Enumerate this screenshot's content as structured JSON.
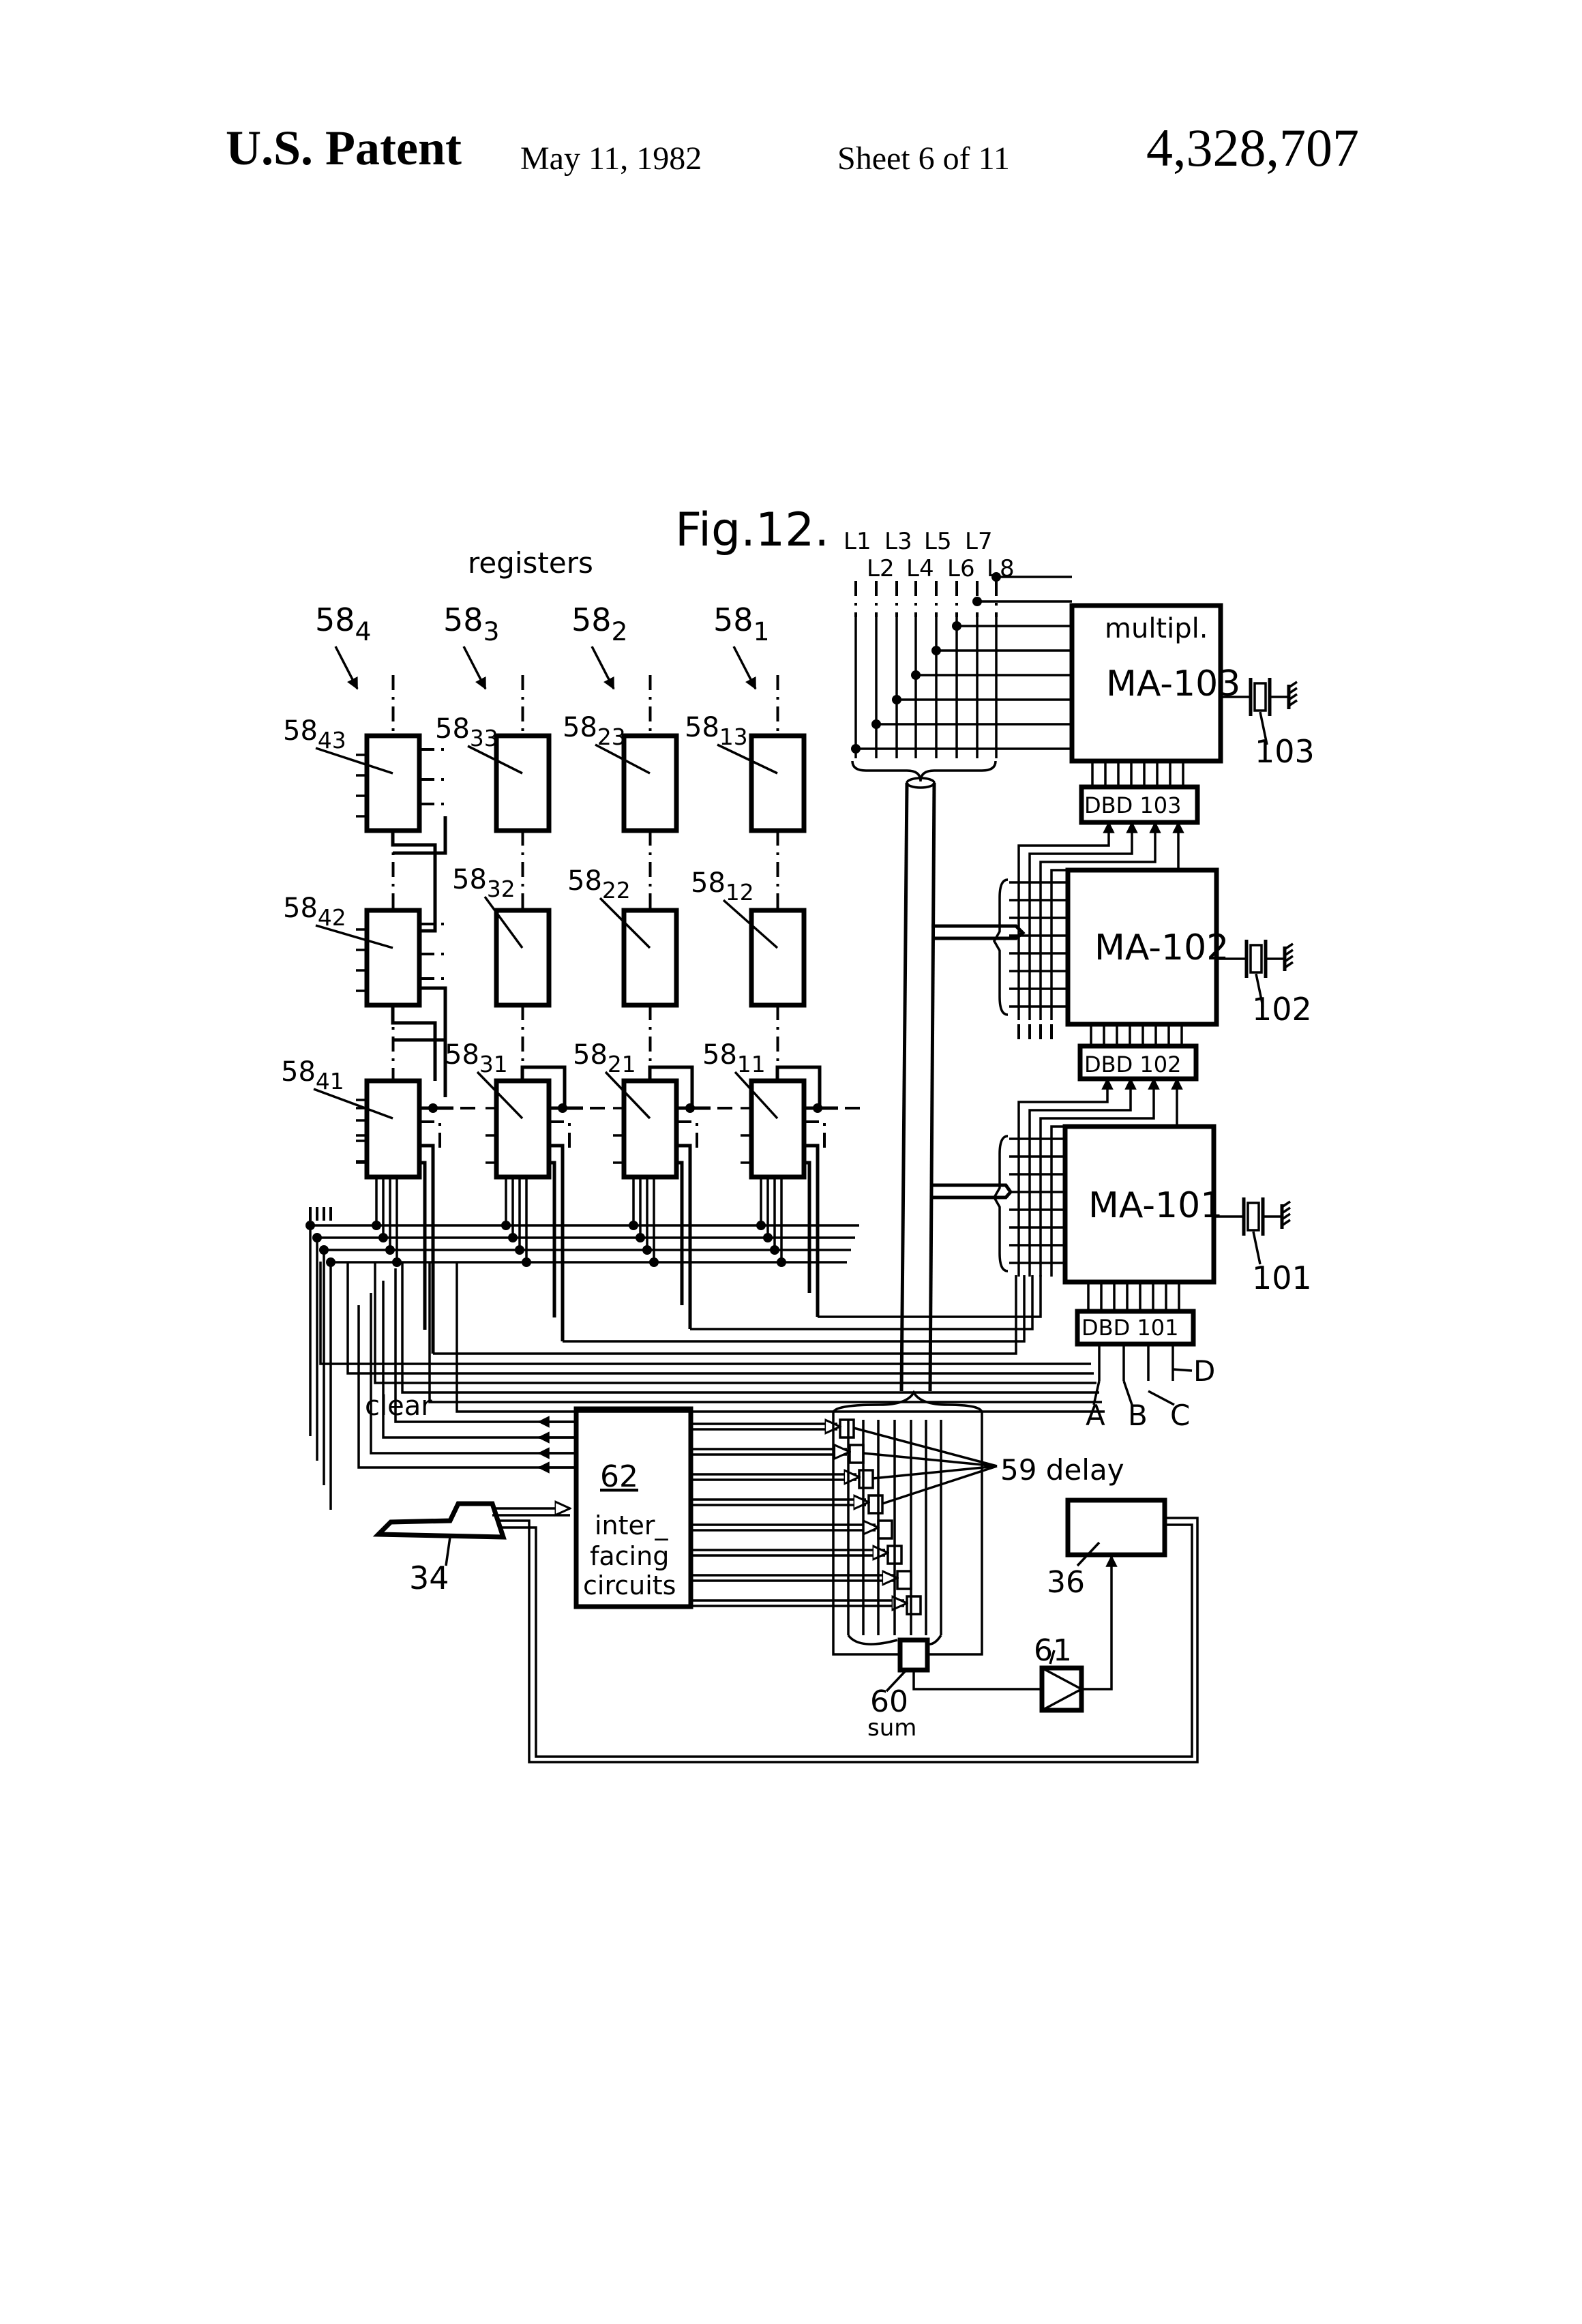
{
  "header": {
    "left_title": "U.S. Patent",
    "date": "May 11, 1982",
    "sheet": "Sheet 6 of 11",
    "patent_number": "4,328,707"
  },
  "figure": {
    "title": "Fig.12.",
    "registers_label": "registers",
    "register_groups": [
      {
        "base": "58",
        "sub": "4"
      },
      {
        "base": "58",
        "sub": "3"
      },
      {
        "base": "58",
        "sub": "2"
      },
      {
        "base": "58",
        "sub": "1"
      }
    ],
    "registers": [
      {
        "base": "58",
        "sub": "43"
      },
      {
        "base": "58",
        "sub": "33"
      },
      {
        "base": "58",
        "sub": "23"
      },
      {
        "base": "58",
        "sub": "13"
      },
      {
        "base": "58",
        "sub": "42"
      },
      {
        "base": "58",
        "sub": "32"
      },
      {
        "base": "58",
        "sub": "22"
      },
      {
        "base": "58",
        "sub": "12"
      },
      {
        "base": "58",
        "sub": "41"
      },
      {
        "base": "58",
        "sub": "31"
      },
      {
        "base": "58",
        "sub": "21"
      },
      {
        "base": "58",
        "sub": "11"
      }
    ],
    "lines_top": [
      "L1",
      "L3",
      "L5",
      "L7"
    ],
    "lines_bottom": [
      "L2",
      "L4",
      "L6",
      "L8"
    ],
    "multiplier_label": "multipl.",
    "ma_blocks": [
      {
        "label": "MA-103",
        "dbd": "DBD 103",
        "ref": "103"
      },
      {
        "label": "MA-102",
        "dbd": "DBD 102",
        "ref": "102"
      },
      {
        "label": "MA-101",
        "dbd": "DBD 101",
        "ref": "101"
      }
    ],
    "dbd_inputs": [
      "A",
      "B",
      "C",
      "D"
    ],
    "clear_label": "clear",
    "interface_block": {
      "number": "62",
      "line1": "inter_",
      "line2": "facing",
      "line3": "circuits"
    },
    "delay_label": "59 delay",
    "sum_number": "60",
    "sum_label": "sum",
    "amplifier_ref": "61",
    "output_ref": "36",
    "keyboard_ref": "34"
  }
}
